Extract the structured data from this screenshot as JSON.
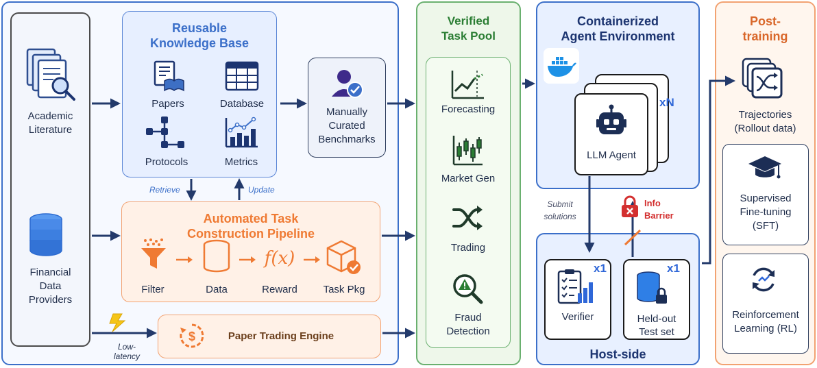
{
  "sources": {
    "academic": "Academic\nLiterature",
    "financial": "Financial\nData\nProviders"
  },
  "knowledge_base": {
    "title": "Reusable\nKnowledge Base",
    "items": [
      "Papers",
      "Database",
      "Protocols",
      "Metrics"
    ]
  },
  "benchmarks": {
    "label": "Manually\nCurated\nBenchmarks"
  },
  "flow_labels": {
    "retrieve": "Retrieve",
    "update": "Update",
    "low_latency": "Low-\nlatency"
  },
  "pipeline": {
    "title": "Automated Task\nConstruction Pipeline",
    "steps": [
      "Filter",
      "Data",
      "Reward",
      "Task Pkg"
    ],
    "reward_symbol": "f(x)"
  },
  "paper_trading": {
    "label": "Paper Trading Engine"
  },
  "task_pool": {
    "title": "Verified\nTask Pool",
    "items": [
      "Forecasting",
      "Market Gen",
      "Trading",
      "Fraud\nDetection"
    ]
  },
  "container": {
    "title": "Containerized\nAgent Environment",
    "multiplier": "xN",
    "agent_label": "LLM Agent"
  },
  "submit": "Submit\nsolutions",
  "info_barrier": "Info\nBarrier",
  "host": {
    "title": "Host-side",
    "verifier": {
      "label": "Verifier",
      "multiplier": "x1"
    },
    "testset": {
      "label": "Held-out\nTest set",
      "multiplier": "x1"
    }
  },
  "post_training": {
    "title": "Post-\ntraining",
    "items": [
      "Trajectories\n(Rollout data)",
      "Supervised\nFine-tuning\n(SFT)",
      "Reinforcement\nLearning (RL)"
    ]
  },
  "colors": {
    "blue": "#3b6fc9",
    "navy": "#1c3470",
    "orange": "#ef7a33",
    "green": "#2a7d33",
    "red": "#d32f2f"
  }
}
